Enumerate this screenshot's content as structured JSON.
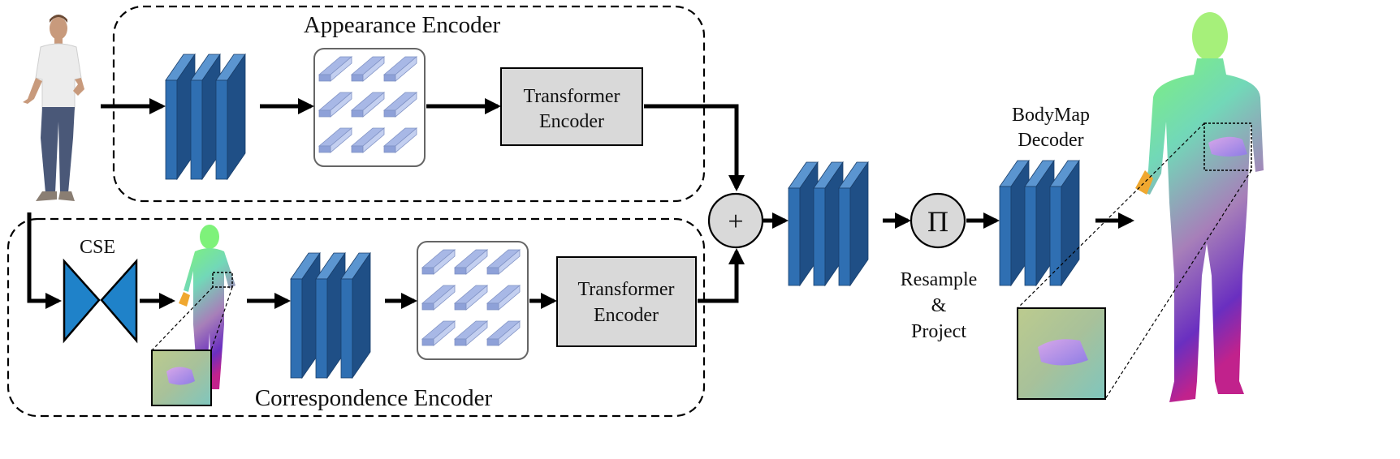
{
  "appearance_encoder": {
    "title": "Appearance Encoder",
    "transformer_line1": "Transformer",
    "transformer_line2": "Encoder"
  },
  "correspondence_encoder": {
    "title": "Correspondence Encoder",
    "cse_label": "CSE",
    "transformer_line1": "Transformer",
    "transformer_line2": "Encoder"
  },
  "fusion": {
    "plus_symbol": "+",
    "resample_symbol": "Π",
    "resample_line1": "Resample",
    "resample_line2": "&",
    "resample_line3": "Project"
  },
  "decoder": {
    "title_line1": "BodyMap",
    "title_line2": "Decoder"
  },
  "colors": {
    "block_front": "#2f6fb2",
    "block_side": "#1f4f86",
    "block_top": "#5b95d0",
    "patch": "#a8b8e6",
    "box_fill": "#d9d9d9",
    "cse_fill": "#1f82c9"
  },
  "icons": {
    "input_photo": "person-photo-icon",
    "cse_map": "colored-body-map-icon",
    "output": "colored-body-output-icon"
  }
}
